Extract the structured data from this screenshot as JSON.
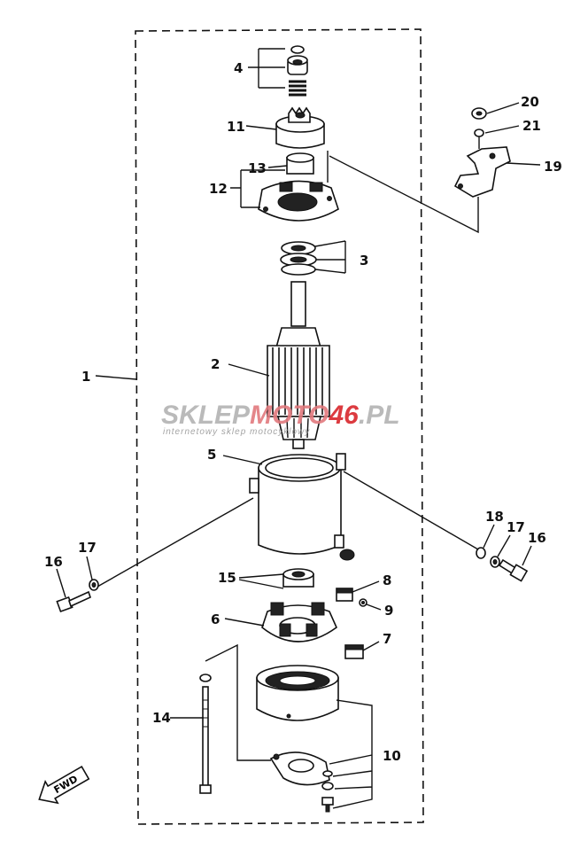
{
  "watermark": {
    "brand_gray": "SKLEP",
    "brand_red1": "MOTO",
    "brand_box": "46",
    "brand_red2": ".PL",
    "tagline": "internetowy sklep motocyklowy",
    "color_red": "#d9262c",
    "color_gray": "#b3b3b3"
  },
  "fwd_label": "FWD",
  "callouts": {
    "c1": "1",
    "c2": "2",
    "c3": "3",
    "c4": "4",
    "c5": "5",
    "c6": "6",
    "c7": "7",
    "c8": "8",
    "c9": "9",
    "c10": "10",
    "c11": "11",
    "c12": "12",
    "c13": "13",
    "c14": "14",
    "c15": "15",
    "c16a": "16",
    "c16b": "16",
    "c17a": "17",
    "c17b": "17",
    "c18": "18",
    "c19": "19",
    "c20": "20",
    "c21": "21"
  }
}
